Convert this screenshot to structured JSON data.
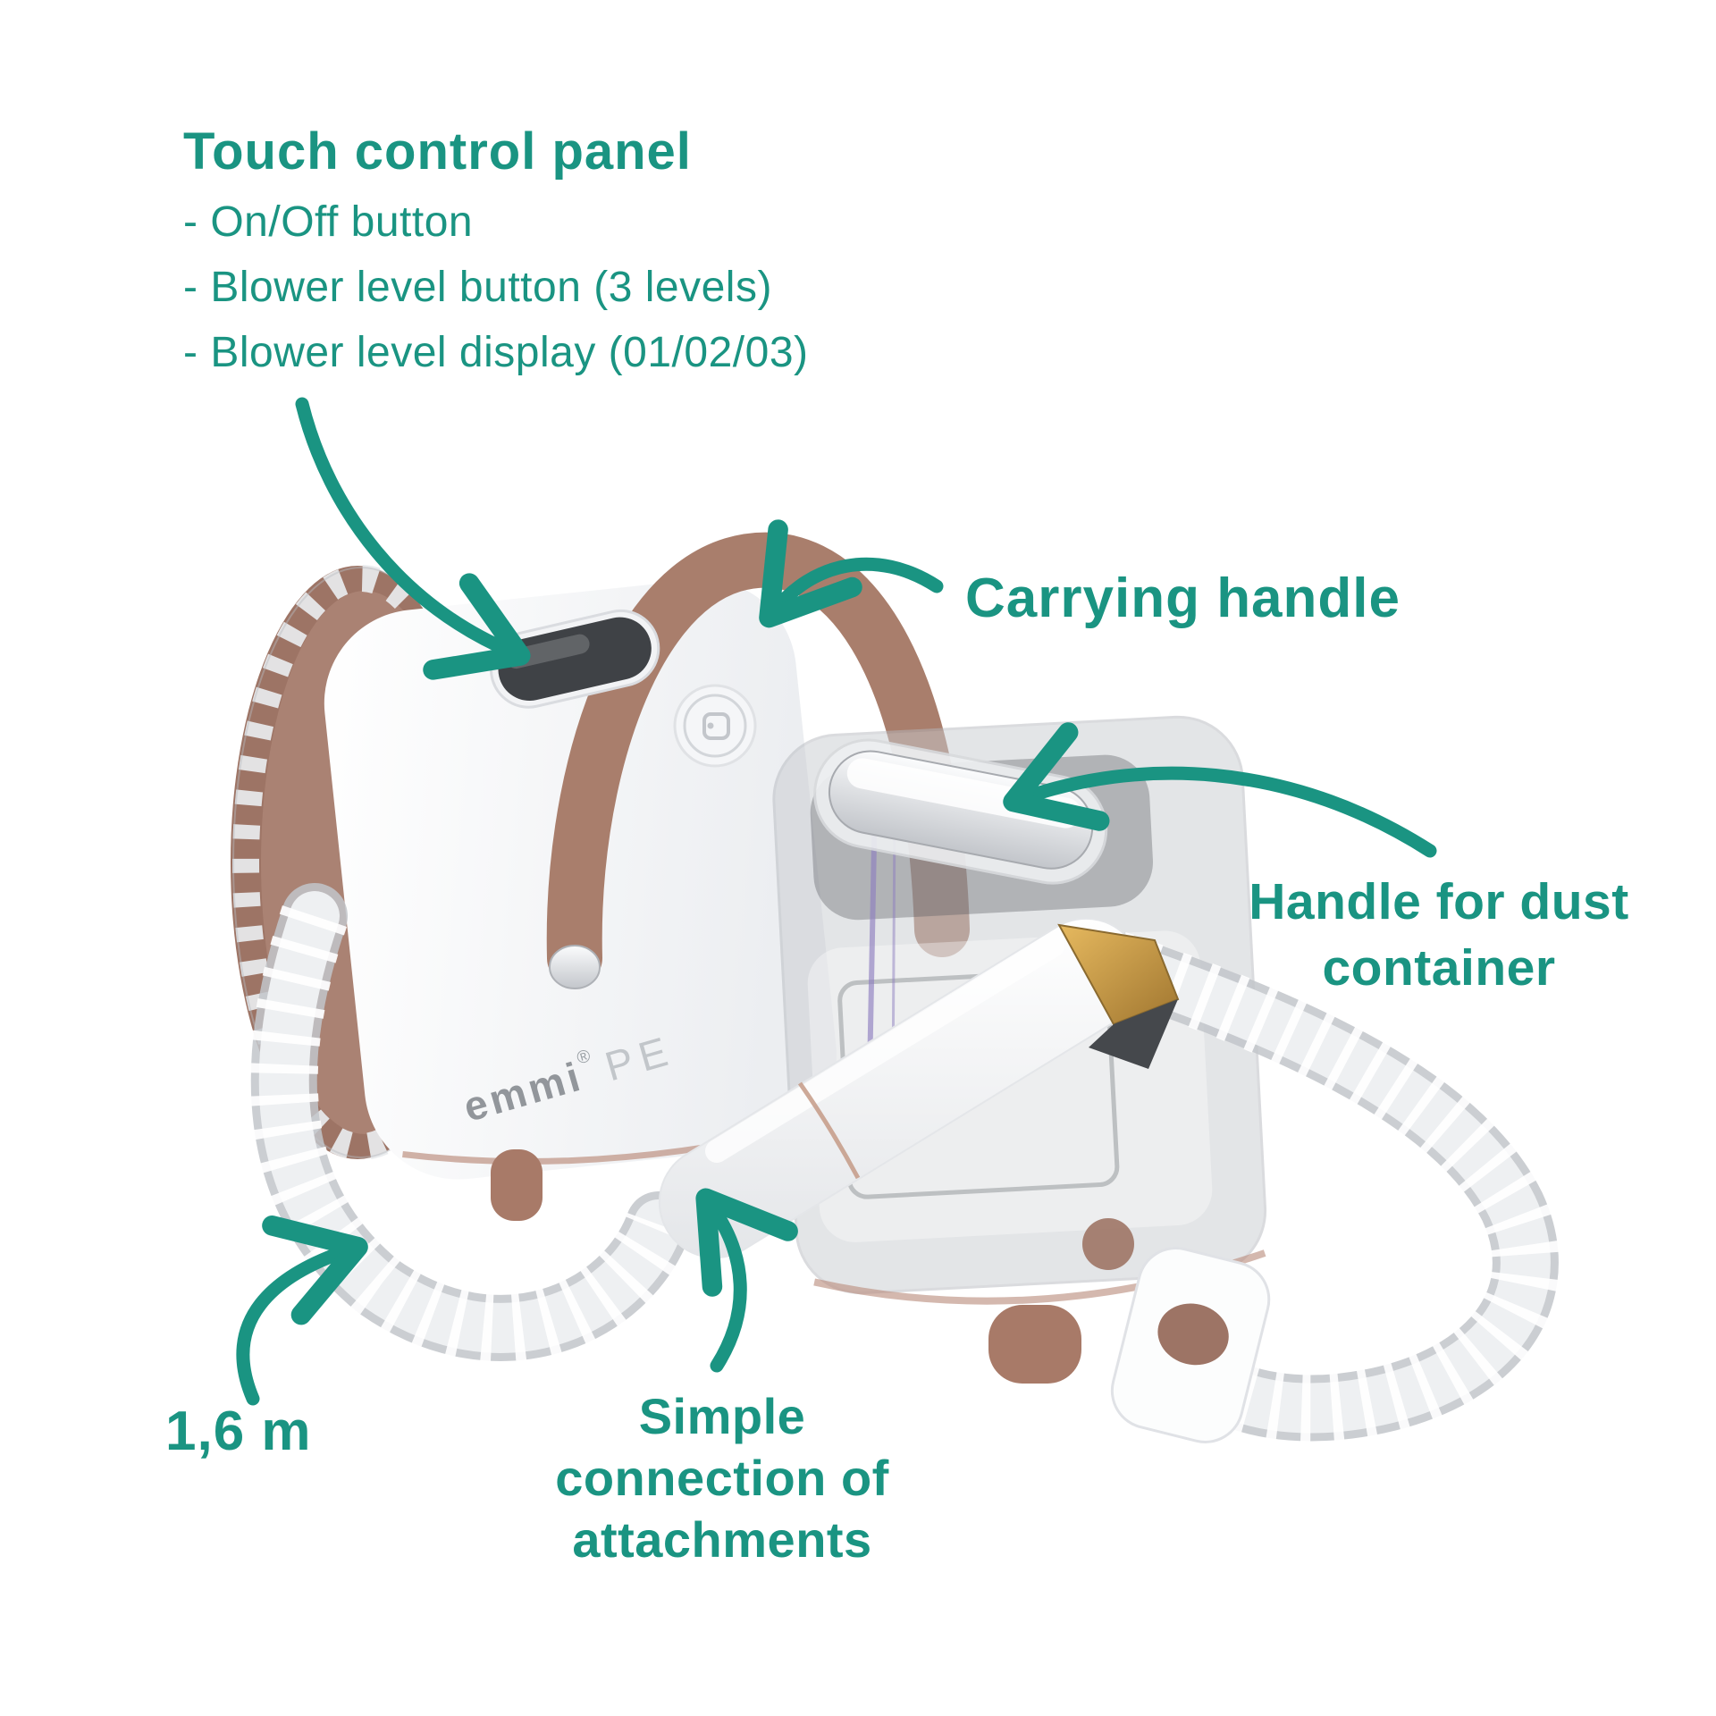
{
  "colors": {
    "accent_teal": "#1A9482",
    "strap_brown": "#A97E6C",
    "cap_brown": "#9D7465",
    "gold_tip": "#C9994B",
    "brand_gray": "#92969B",
    "background": "#FFFFFF"
  },
  "annotations": {
    "touch_panel": {
      "title": "Touch control panel",
      "items": [
        "- On/Off button",
        "- Blower level button (3 levels)",
        "- Blower level display (01/02/03)"
      ]
    },
    "carrying_handle": {
      "label": "Carrying handle"
    },
    "dust_handle": {
      "lines": [
        "Handle for dust",
        "container"
      ]
    },
    "hose_length": {
      "label": "1,6 m"
    },
    "connection": {
      "lines": [
        "Simple",
        "connection of",
        "attachments"
      ]
    }
  },
  "product": {
    "brand": "emmi",
    "reg_mark": "®",
    "model": "PE"
  }
}
